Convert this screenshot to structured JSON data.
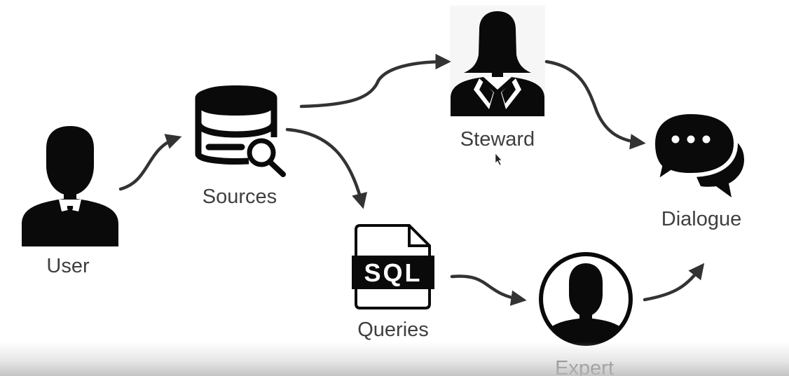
{
  "nodes": {
    "user": {
      "label": "User",
      "icon": "businessman-icon"
    },
    "sources": {
      "label": "Sources",
      "icon": "database-search-icon"
    },
    "steward": {
      "label": "Steward",
      "icon": "businesswoman-icon"
    },
    "queries": {
      "label": "Queries",
      "icon": "sql-file-icon",
      "badge": "SQL"
    },
    "expert": {
      "label": "Expert",
      "icon": "person-circle-icon"
    },
    "dialogue": {
      "label": "Dialogue",
      "icon": "chat-bubbles-icon"
    }
  },
  "edges": [
    {
      "from": "user",
      "to": "sources"
    },
    {
      "from": "sources",
      "to": "steward"
    },
    {
      "from": "sources",
      "to": "queries"
    },
    {
      "from": "steward",
      "to": "dialogue"
    },
    {
      "from": "queries",
      "to": "expert"
    },
    {
      "from": "expert",
      "to": "dialogue"
    }
  ],
  "colors": {
    "icon": "#0a0a0a",
    "arrow": "#333333",
    "label": "#3f3f3f",
    "background": "#ffffff"
  }
}
